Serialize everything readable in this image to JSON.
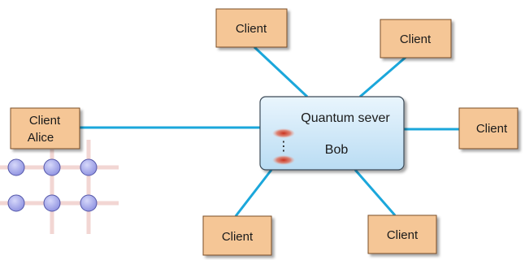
{
  "server": {
    "title": "Quantum sever",
    "label": "Bob",
    "ellipsis": "⋮"
  },
  "clients": [
    {
      "id": "top-center",
      "label": "Client"
    },
    {
      "id": "top-right",
      "label": "Client"
    },
    {
      "id": "right",
      "label": "Client"
    },
    {
      "id": "bottom-right",
      "label": "Client"
    },
    {
      "id": "bottom-center",
      "label": "Client"
    },
    {
      "id": "alice",
      "label": "Client",
      "sublabel": "Alice"
    }
  ],
  "colors": {
    "client_fill": "#f5c696",
    "client_stroke": "#7a4e25",
    "server_fill_top": "#e9f5fd",
    "server_fill_bottom": "#b9dcf3",
    "server_stroke": "#3b4a57",
    "link": "#1ba7db",
    "grid_line": "#f2d6d3",
    "node_fill": "#a7a9ec",
    "node_stroke": "#5356a8",
    "blob": "#d9553e"
  }
}
